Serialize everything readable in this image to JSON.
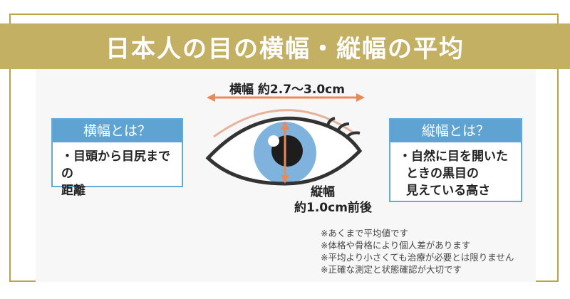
{
  "title": "日本人の目の横幅・縦幅の平均",
  "horizontal_label": "横幅 約2.7〜3.0cm",
  "vertical_label": {
    "line1": "縦幅",
    "line2": "約1.0cm前後"
  },
  "left_box": {
    "heading": "横幅とは？",
    "lines": [
      "・目頭から目尻までの",
      "距離"
    ]
  },
  "right_box": {
    "heading": "縦幅とは？",
    "lines": [
      "・自然に目を開いた",
      "ときの黒目の",
      "見えている高さ"
    ]
  },
  "notes": [
    "※あくまで平均値です",
    "※体格や骨格により個人差があります",
    "※平均より小さくても治療が必要とは限りません",
    "※正確な測定と状態確認が大切です"
  ],
  "colors": {
    "gold": "#c4b063",
    "blue": "#5fa3d3",
    "arrow": "#e8895a",
    "iris": "#7fb2dd"
  }
}
